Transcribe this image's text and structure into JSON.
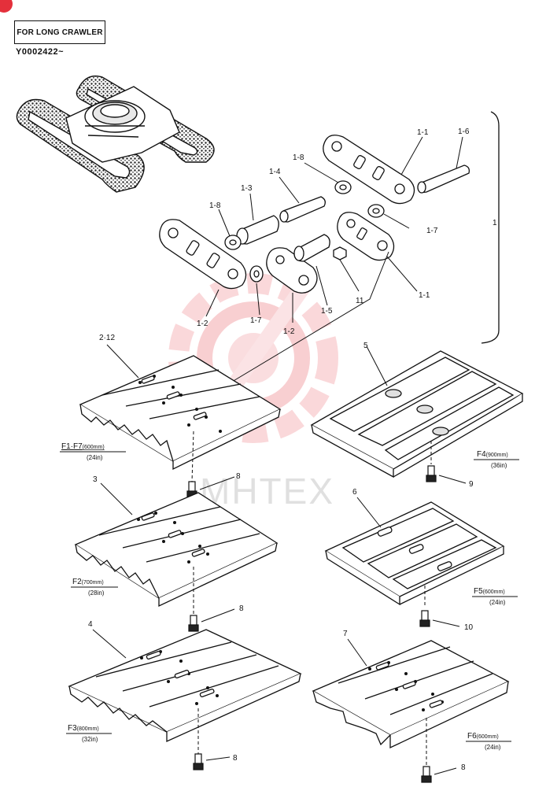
{
  "header": {
    "box_label": "FOR LONG CRAWLER",
    "serial": "Y0002422~"
  },
  "watermark": {
    "text": "MHTEX",
    "color": "#e4303b"
  },
  "callouts": {
    "c1_1a": "1-1",
    "c1_6": "1-6",
    "c1_8a": "1-8",
    "c1_4": "1-4",
    "c1_3": "1-3",
    "c1_8b": "1-8",
    "c1_7a": "1-7",
    "c1": "1",
    "c1_1b": "1-1",
    "c11": "11",
    "c1_5": "1-5",
    "c1_2a": "1-2",
    "c1_7b": "1-7",
    "c1_2b": "1-2",
    "c2_12": "2·12",
    "c5": "5",
    "c8a": "8",
    "c9": "9",
    "c3": "3",
    "c6": "6",
    "c8b": "8",
    "c10": "10",
    "c4": "4",
    "c7": "7",
    "c8c": "8"
  },
  "shoe_labels": {
    "f1f7": {
      "name": "F1·F7",
      "width": "(600mm)",
      "inch": "(24in)"
    },
    "f4": {
      "name": "F4",
      "width": "(900mm)",
      "inch": "(36in)"
    },
    "f2": {
      "name": "F2",
      "width": "(700mm)",
      "inch": "(28in)"
    },
    "f5": {
      "name": "F5",
      "width": "(600mm)",
      "inch": "(24in)"
    },
    "f3": {
      "name": "F3",
      "width": "(800mm)",
      "inch": "(32in)"
    },
    "f6": {
      "name": "F6",
      "width": "(600mm)",
      "inch": "(24in)"
    }
  }
}
